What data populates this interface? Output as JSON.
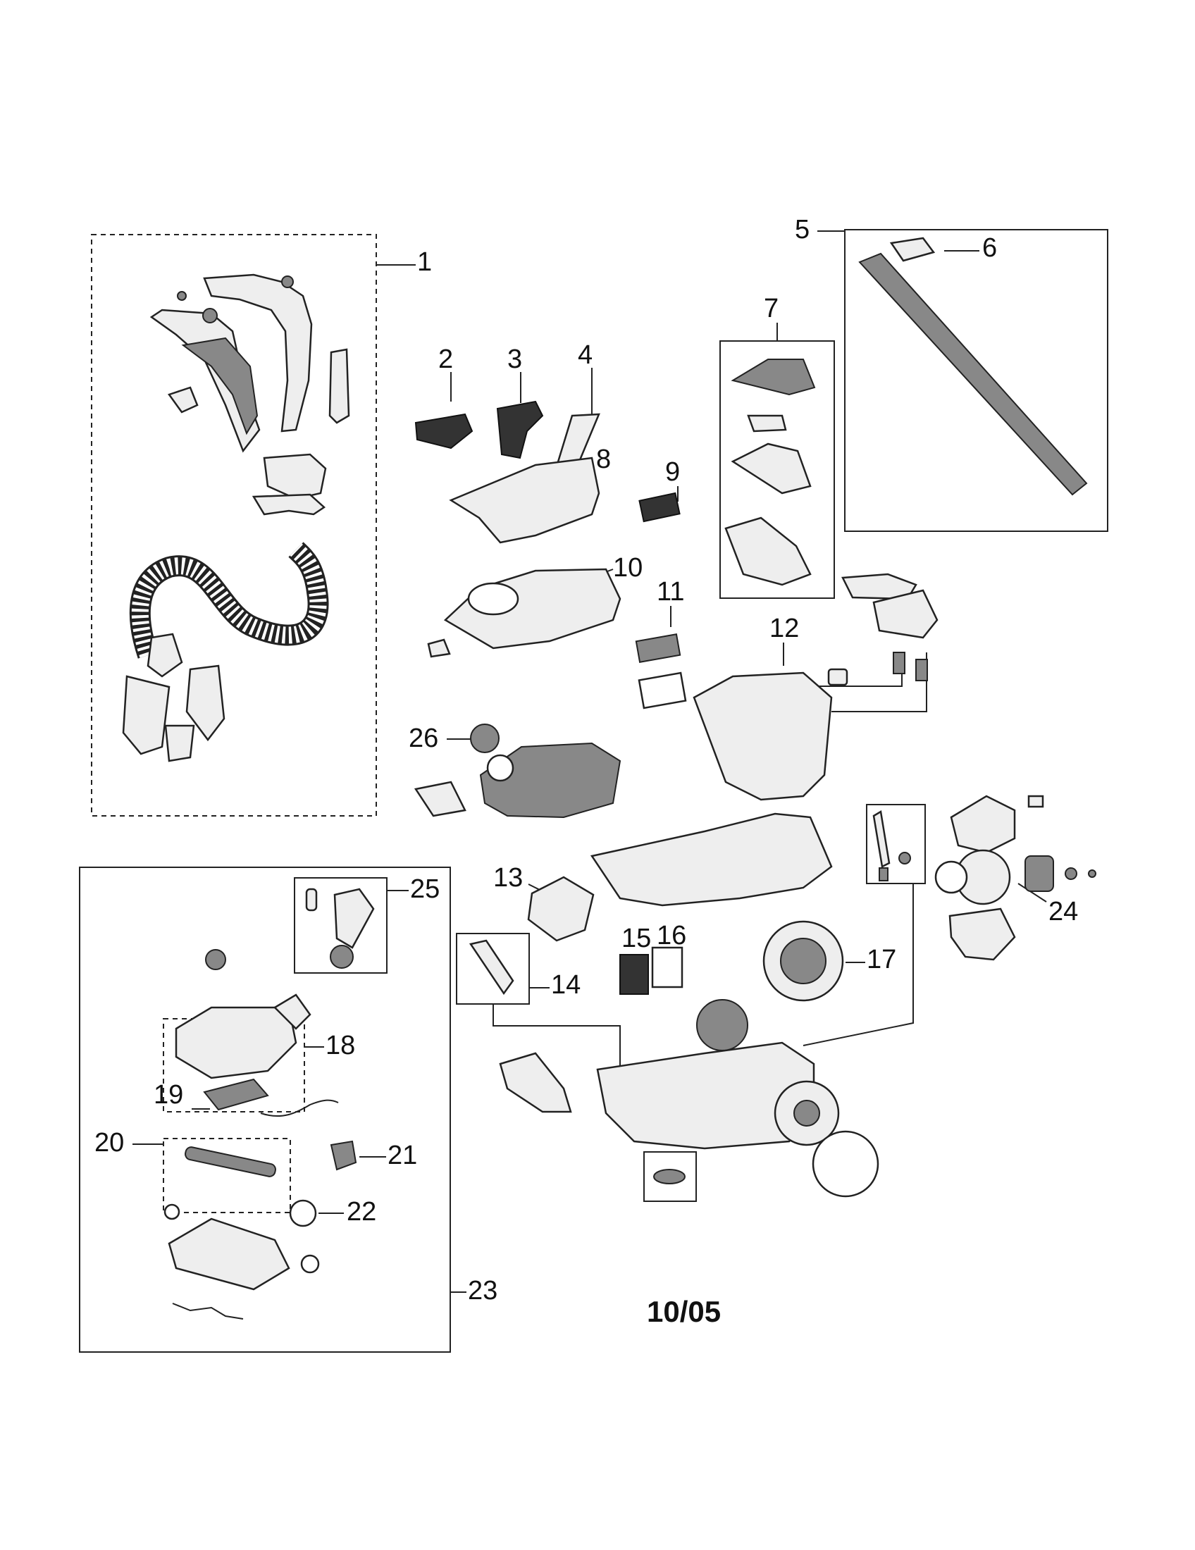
{
  "callouts": {
    "n1": "1",
    "n2": "2",
    "n3": "3",
    "n4": "4",
    "n5": "5",
    "n6": "6",
    "n7": "7",
    "n8": "8",
    "n9": "9",
    "n10": "10",
    "n11": "11",
    "n12": "12",
    "n13": "13",
    "n14": "14",
    "n15": "15",
    "n16": "16",
    "n17": "17",
    "n18": "18",
    "n19": "19",
    "n20": "20",
    "n21": "21",
    "n22": "22",
    "n23": "23",
    "n24": "24",
    "n25": "25",
    "n26": "26"
  },
  "revision": "10/05"
}
